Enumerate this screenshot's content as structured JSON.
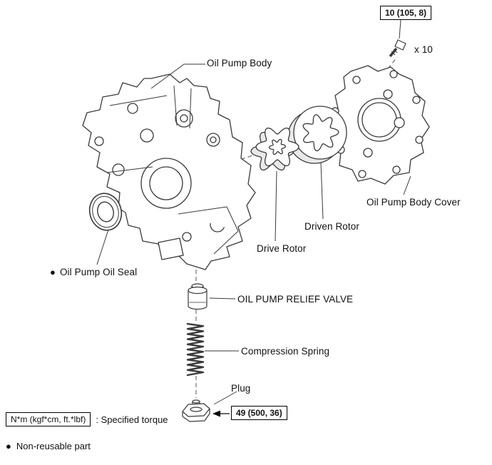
{
  "diagram": {
    "parts": {
      "oil_pump_body": "Oil Pump Body",
      "oil_pump_body_cover": "Oil Pump Body Cover",
      "driven_rotor": "Driven Rotor",
      "drive_rotor": "Drive Rotor",
      "oil_pump_oil_seal": "Oil Pump Oil Seal",
      "oil_pump_relief_valve": "OIL PUMP RELIEF VALVE",
      "compression_spring": "Compression Spring",
      "plug": "Plug"
    },
    "torque_specs": {
      "cover_bolts": {
        "value": "10 (105, 8)",
        "count": "x 10"
      },
      "plug": {
        "value": "49 (500, 36)"
      }
    },
    "legend": {
      "torque_units_box": "N*m (kgf*cm, ft.*lbf)",
      "torque_caption": ": Specified torque",
      "non_reusable_caption": "Non-reusable part",
      "non_reusable_bullet": "●"
    }
  }
}
